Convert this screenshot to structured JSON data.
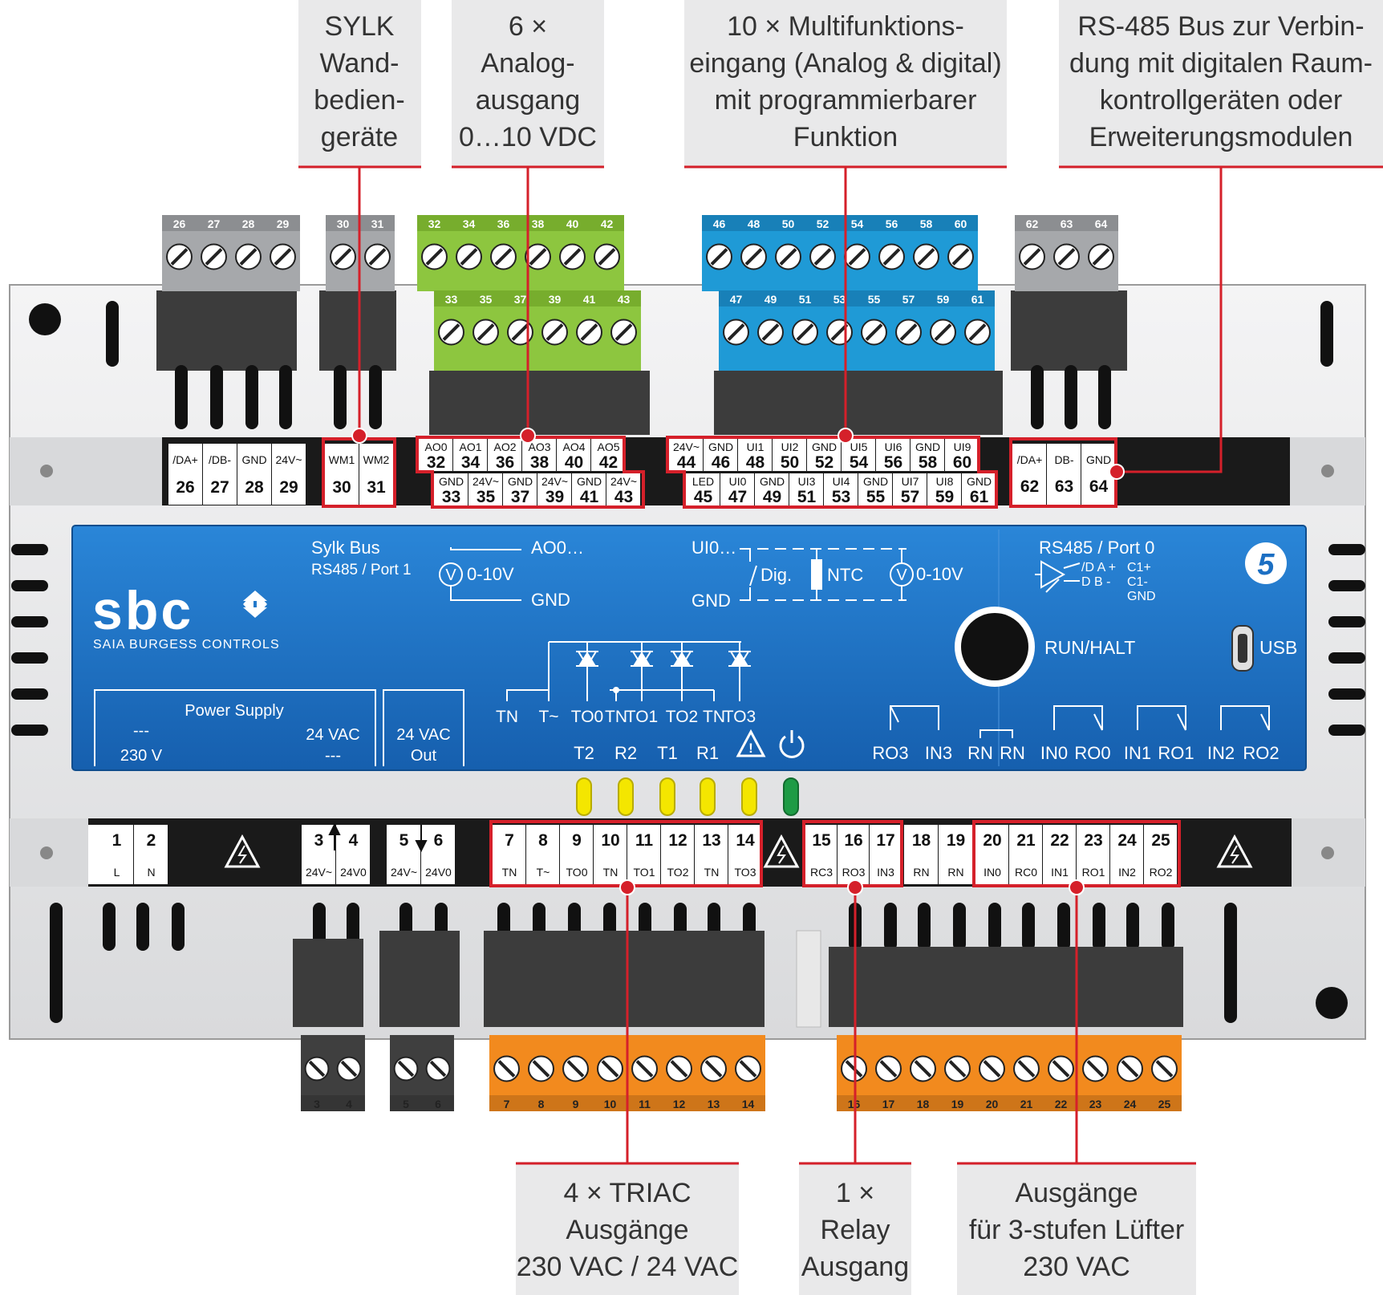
{
  "callouts": {
    "sylk": [
      "SYLK",
      "Wand-",
      "bedien-",
      "geräte"
    ],
    "analog_out": [
      "6 ×",
      "Analog-",
      "ausgang",
      "0…10 VDC"
    ],
    "multi_in": [
      "10 × Multifunktions-",
      "eingang (Analog & digital)",
      "mit programmierbarer",
      "Funktion"
    ],
    "rs485": [
      "RS-485 Bus zur Verbin-",
      "dung mit digitalen Raum-",
      "kontrollgeräten oder",
      "Erweiterungsmodulen"
    ],
    "triac": [
      "4 × TRIAC",
      "Ausgänge",
      "230 VAC / 24 VAC"
    ],
    "relay": [
      "1 ×",
      "Relay",
      "Ausgang"
    ],
    "fan": [
      "Ausgänge",
      "für 3-stufen Lüfter",
      "230 VAC"
    ]
  },
  "top_connectors": {
    "gray_a": [
      "26",
      "27",
      "28",
      "29"
    ],
    "gray_b": [
      "30",
      "31"
    ],
    "green_back": [
      "32",
      "34",
      "36",
      "38",
      "40",
      "42"
    ],
    "green_front": [
      "33",
      "35",
      "37",
      "39",
      "41",
      "43"
    ],
    "blue_back": [
      "46",
      "48",
      "50",
      "52",
      "54",
      "56",
      "58",
      "60"
    ],
    "blue_front": [
      "47",
      "49",
      "51",
      "53",
      "55",
      "57",
      "59",
      "61"
    ],
    "gray_c": [
      "62",
      "63",
      "64"
    ]
  },
  "top_terminals": {
    "t26": {
      "label": "/DA+",
      "num": "26"
    },
    "t27": {
      "label": "/DB-",
      "num": "27"
    },
    "t28": {
      "label": "GND",
      "num": "28"
    },
    "t29": {
      "label": "24V~",
      "num": "29"
    },
    "t30": {
      "label": "WM1",
      "num": "30"
    },
    "t31": {
      "label": "WM2",
      "num": "31"
    },
    "ao_upper": [
      {
        "label": "AO0",
        "num": "32"
      },
      {
        "label": "AO1",
        "num": "34"
      },
      {
        "label": "AO2",
        "num": "36"
      },
      {
        "label": "AO3",
        "num": "38"
      },
      {
        "label": "AO4",
        "num": "40"
      },
      {
        "label": "AO5",
        "num": "42"
      }
    ],
    "ao_lower": [
      {
        "label": "GND",
        "num": "33"
      },
      {
        "label": "24V~",
        "num": "35"
      },
      {
        "label": "GND",
        "num": "37"
      },
      {
        "label": "24V~",
        "num": "39"
      },
      {
        "label": "GND",
        "num": "41"
      },
      {
        "label": "24V~",
        "num": "43"
      }
    ],
    "ui_upper": [
      {
        "label": "24V~",
        "num": "44"
      },
      {
        "label": "GND",
        "num": "46"
      },
      {
        "label": "UI1",
        "num": "48"
      },
      {
        "label": "UI2",
        "num": "50"
      },
      {
        "label": "GND",
        "num": "52"
      },
      {
        "label": "UI5",
        "num": "54"
      },
      {
        "label": "UI6",
        "num": "56"
      },
      {
        "label": "GND",
        "num": "58"
      },
      {
        "label": "UI9",
        "num": "60"
      }
    ],
    "ui_lower": [
      {
        "label": "LED",
        "num": "45"
      },
      {
        "label": "UI0",
        "num": "47"
      },
      {
        "label": "GND",
        "num": "49"
      },
      {
        "label": "UI3",
        "num": "51"
      },
      {
        "label": "UI4",
        "num": "53"
      },
      {
        "label": "GND",
        "num": "55"
      },
      {
        "label": "UI7",
        "num": "57"
      },
      {
        "label": "UI8",
        "num": "59"
      },
      {
        "label": "GND",
        "num": "61"
      }
    ],
    "rs485": [
      {
        "label": "/DA+",
        "num": "62"
      },
      {
        "label": "DB-",
        "num": "63"
      },
      {
        "label": "GND",
        "num": "64"
      }
    ]
  },
  "panel": {
    "sylk_title": "Sylk Bus",
    "sylk_sub": "RS485 / Port 1",
    "ao_label": "AO0…",
    "v_range": "0-10V",
    "gnd": "GND",
    "ui_label": "UI0…",
    "dig": "Dig.",
    "ntc": "NTC",
    "v_range2": "0-10V",
    "rs485_title": "RS485 / Port 0",
    "rs485_da": "/D A +",
    "rs485_db": "D B -",
    "c1p": "C1+",
    "c1m": "C1-",
    "c1gnd": "GND",
    "badge": "5",
    "logo": "sbc",
    "brand": "SAIA BURGESS CONTROLS",
    "run_halt": "RUN/HALT",
    "usb": "USB",
    "power_supply": "Power Supply",
    "dc": "---",
    "ac_230": "230 V",
    "ac_24": "24 VAC",
    "ac_dash": "---",
    "out_24": "24 VAC",
    "out": "Out",
    "triac_labels": [
      "TN",
      "T~",
      "TO0",
      "TN",
      "TO1",
      "TO2",
      "TN",
      "TO3"
    ],
    "led_labels": [
      "T2",
      "R2",
      "T1",
      "R1"
    ],
    "relay_labels": [
      "RO3",
      "IN3",
      "RN",
      "RN",
      "IN0",
      "RO0",
      "IN1",
      "RO1",
      "IN2",
      "RO2"
    ]
  },
  "bottom_terminals": {
    "power": [
      {
        "num": "1",
        "label": "L"
      },
      {
        "num": "2",
        "label": "N"
      }
    ],
    "supply": [
      {
        "num": "3",
        "label": "24V~"
      },
      {
        "num": "4",
        "label": "24V0"
      },
      {
        "num": "5",
        "label": "24V~"
      },
      {
        "num": "6",
        "label": "24V0"
      }
    ],
    "triac": [
      {
        "num": "7",
        "label": "TN"
      },
      {
        "num": "8",
        "label": "T~"
      },
      {
        "num": "9",
        "label": "TO0"
      },
      {
        "num": "10",
        "label": "TN"
      },
      {
        "num": "11",
        "label": "TO1"
      },
      {
        "num": "12",
        "label": "TO2"
      },
      {
        "num": "13",
        "label": "TN"
      },
      {
        "num": "14",
        "label": "TO3"
      }
    ],
    "relay": [
      {
        "num": "15",
        "label": "RC3"
      },
      {
        "num": "16",
        "label": "RO3"
      },
      {
        "num": "17",
        "label": "IN3"
      }
    ],
    "rn": [
      {
        "num": "18",
        "label": "RN"
      },
      {
        "num": "19",
        "label": "RN"
      }
    ],
    "fan": [
      {
        "num": "20",
        "label": "IN0"
      },
      {
        "num": "21",
        "label": "RC0"
      },
      {
        "num": "22",
        "label": "IN1"
      },
      {
        "num": "23",
        "label": "RO1"
      },
      {
        "num": "24",
        "label": "IN2"
      },
      {
        "num": "25",
        "label": "RO2"
      }
    ]
  },
  "bottom_connectors": {
    "dark_a": [
      "3",
      "4"
    ],
    "dark_b": [
      "5",
      "6"
    ],
    "orange_a": [
      "7",
      "8",
      "9",
      "10",
      "11",
      "12",
      "13",
      "14"
    ],
    "orange_b": [
      "16",
      "17",
      "18",
      "19",
      "20",
      "21",
      "22",
      "23",
      "24",
      "25"
    ]
  },
  "leds": [
    "yellow",
    "yellow",
    "yellow",
    "yellow",
    "yellow",
    "green"
  ],
  "colors": {
    "accent_red": "#d5202a",
    "panel_blue": "#1c6fc3",
    "terminal_green": "#8dc63f",
    "terminal_blue": "#1f9ad6",
    "terminal_orange": "#f28a1e",
    "housing": "#e6e7e8",
    "callout_bg": "#e9e9ea"
  }
}
